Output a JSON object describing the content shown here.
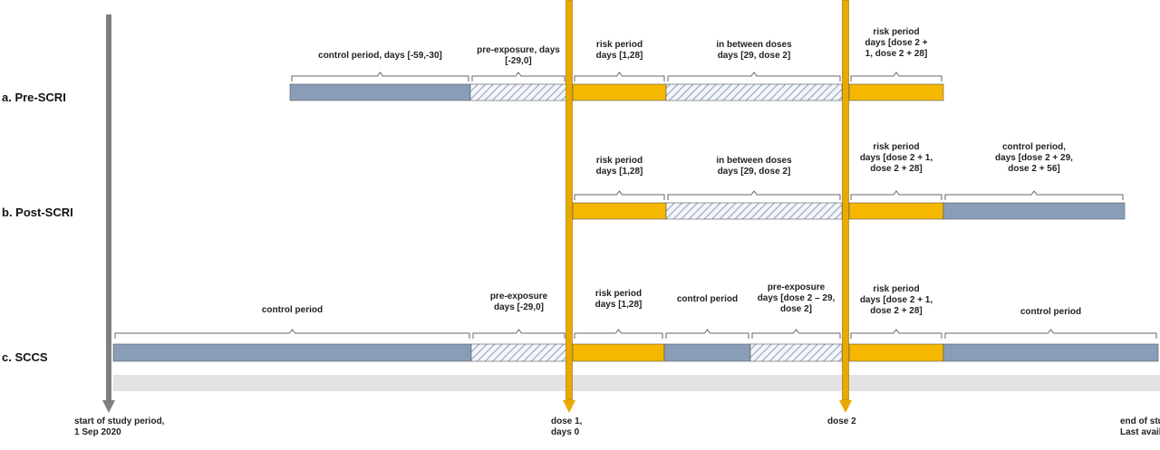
{
  "colors": {
    "control": "#8a9db8",
    "risk": "#f5b700",
    "hatch": "#9aa9bd",
    "arrow_grey": "#7f7f7f",
    "arrow_gold": "#e8a900",
    "baseline": "#e3e3e3"
  },
  "rows": [
    {
      "label": "a. Pre-SCRI",
      "segments": [
        {
          "kind": "control",
          "label": [
            "control period, days [-59,-30]"
          ]
        },
        {
          "kind": "hatch",
          "label": [
            "pre-exposure, days",
            "[-29,0]"
          ]
        },
        {
          "kind": "risk",
          "label": [
            "risk period",
            "days [1,28]"
          ]
        },
        {
          "kind": "hatch",
          "label": [
            "in between doses",
            "days [29, dose 2]"
          ]
        },
        {
          "kind": "risk",
          "label": [
            "risk period",
            "days [dose 2 +",
            "1, dose 2 + 28]"
          ]
        }
      ]
    },
    {
      "label": "b. Post-SCRI",
      "segments": [
        {
          "kind": "risk",
          "label": [
            "risk period",
            "days [1,28]"
          ]
        },
        {
          "kind": "hatch",
          "label": [
            "in between doses",
            "days [29, dose 2]"
          ]
        },
        {
          "kind": "risk",
          "label": [
            "risk period",
            "days [dose 2 + 1,",
            "dose 2 + 28]"
          ]
        },
        {
          "kind": "control",
          "label": [
            "control period,",
            "days [dose 2 + 29,",
            "dose 2 + 56]"
          ]
        }
      ]
    },
    {
      "label": "c. SCCS",
      "segments": [
        {
          "kind": "control",
          "label": [
            "control period"
          ]
        },
        {
          "kind": "hatch",
          "label": [
            "pre-exposure",
            "days [-29,0]"
          ]
        },
        {
          "kind": "risk",
          "label": [
            "risk period",
            "days [1,28]"
          ]
        },
        {
          "kind": "control",
          "label": [
            "control period"
          ]
        },
        {
          "kind": "hatch",
          "label": [
            "pre-exposure",
            "days [dose 2 – 29,",
            "dose 2]"
          ]
        },
        {
          "kind": "risk",
          "label": [
            "risk period",
            "days [dose 2 + 1,",
            "dose 2 + 28]"
          ]
        },
        {
          "kind": "control",
          "label": [
            "control period"
          ]
        }
      ]
    }
  ],
  "markers": [
    {
      "kind": "grey",
      "label": [
        "start of study period,",
        "1 Sep 2020"
      ]
    },
    {
      "kind": "gold",
      "label": [
        "dose 1,",
        "days 0"
      ]
    },
    {
      "kind": "gold",
      "label": [
        "dose 2"
      ]
    },
    {
      "kind": "grey",
      "label": [
        "end of study period,",
        "Last available data"
      ]
    }
  ]
}
